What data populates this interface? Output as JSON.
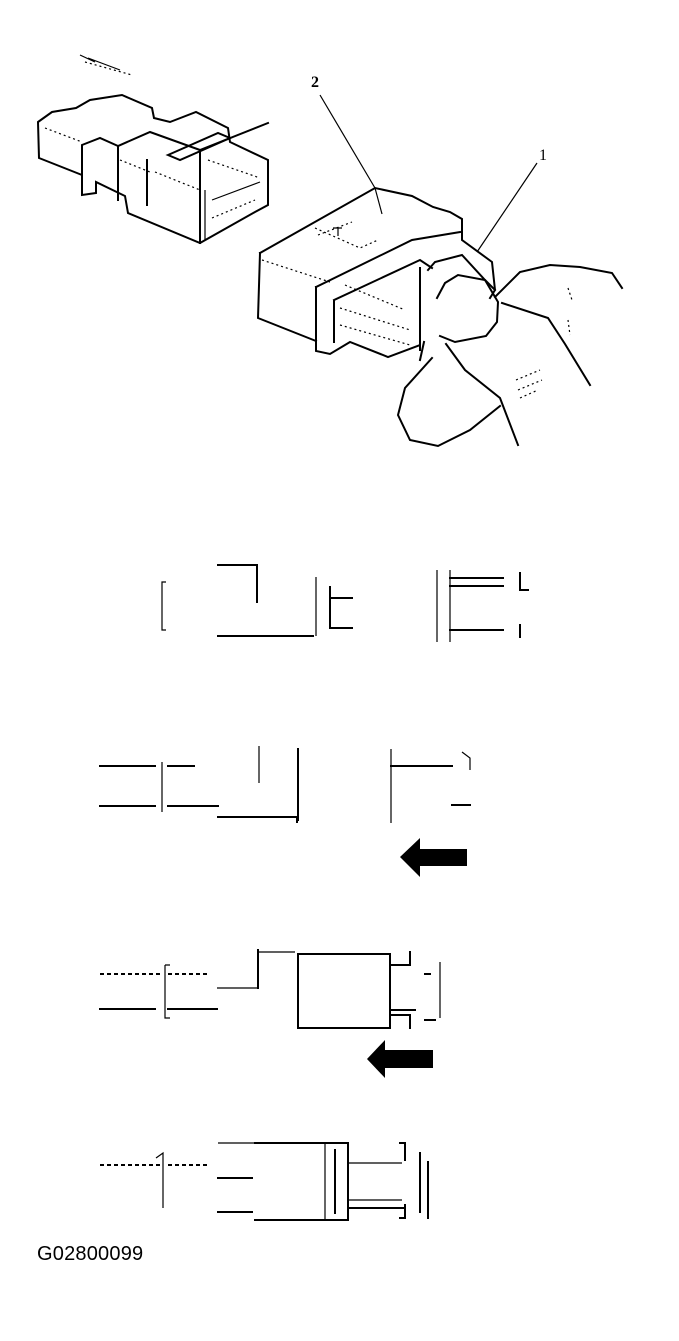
{
  "diagram": {
    "figure_id": "G02800099",
    "callouts": [
      {
        "label": "2",
        "target": "connector-housing"
      },
      {
        "label": "1",
        "target": "lock-lever"
      }
    ],
    "steps": [
      {
        "name": "step-1-separated",
        "arrow": false
      },
      {
        "name": "step-2-aligned",
        "arrow": true,
        "arrow_direction": "left"
      },
      {
        "name": "step-3-inserting",
        "arrow": true,
        "arrow_direction": "left"
      },
      {
        "name": "step-4-locked",
        "arrow": false
      }
    ],
    "colors": {
      "line": "#000000",
      "background": "#ffffff"
    }
  }
}
